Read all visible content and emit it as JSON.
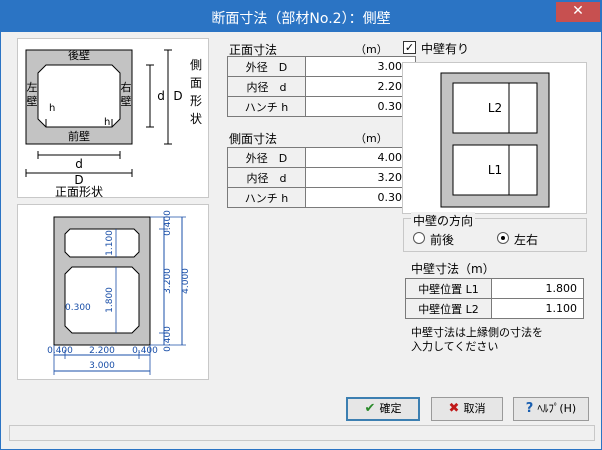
{
  "window": {
    "title": "断面寸法（部材No.2）：側壁",
    "close_glyph": "✕"
  },
  "front_diagram": {
    "top_wall": "後壁",
    "bottom_wall": "前壁",
    "left_wall": [
      "左",
      "壁"
    ],
    "right_wall": [
      "右",
      "壁"
    ],
    "haunch": "h",
    "inner": "d",
    "outer": "D",
    "side_shape": [
      "側",
      "面",
      "形",
      "状"
    ],
    "caption": "正面形状"
  },
  "side_diagram": {
    "left_dims": [
      "0.400",
      "2.200",
      "0.400"
    ],
    "bottom_total": "3.000",
    "chamber_top": "1.100",
    "chamber_bottom": "1.800",
    "haunch": "0.300",
    "right_dims": [
      "0.400",
      "3.200",
      "0.400"
    ],
    "right_total": "4.000"
  },
  "front_section": {
    "title": "正面寸法",
    "unit": "（m）",
    "rows": [
      {
        "label": "外径　D",
        "value": "3.000"
      },
      {
        "label": "内径　d",
        "value": "2.200"
      },
      {
        "label": "ハンチ h",
        "value": "0.300"
      }
    ]
  },
  "side_section": {
    "title": "側面寸法",
    "unit": "（m）",
    "rows": [
      {
        "label": "外径　D",
        "value": "4.000"
      },
      {
        "label": "内径　d",
        "value": "3.200"
      },
      {
        "label": "ハンチ h",
        "value": "0.300"
      }
    ]
  },
  "middle_wall": {
    "checkbox_label": "中壁有り",
    "checked": "✓",
    "preview_labels": [
      "L2",
      "L1"
    ],
    "direction_title": "中壁の方向",
    "direction_options": [
      {
        "label": "前後",
        "selected": false
      },
      {
        "label": "左右",
        "selected": true
      }
    ],
    "dims_title": "中壁寸法（m）",
    "dims_rows": [
      {
        "label": "中壁位置 L1",
        "value": "1.800"
      },
      {
        "label": "中壁位置 L2",
        "value": "1.100"
      }
    ],
    "note_lines": [
      "中壁寸法は上縁側の寸法を",
      "入力してください"
    ]
  },
  "buttons": {
    "ok": {
      "icon": "✔",
      "label": "確定"
    },
    "cancel": {
      "icon": "✖",
      "label": "取消"
    },
    "help": {
      "icon": "?",
      "label": "ﾍﾙﾌﾟ(H)"
    }
  },
  "colors": {
    "title_bar": "#2b74c4",
    "close": "#c75050",
    "wall": "#c3c3c3",
    "dims": "#1a4fa8",
    "ok_icon": "#2a8a2a",
    "cancel_icon": "#c01818",
    "help_icon": "#1a5fb0"
  }
}
